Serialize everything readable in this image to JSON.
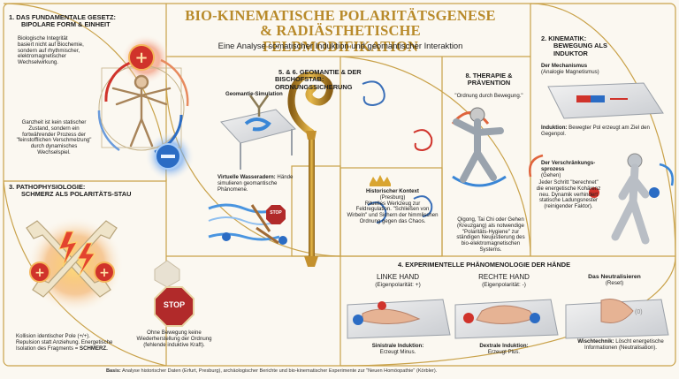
{
  "title_line1": "BIO-KINEMATISCHE POLARITÄTSGENESE",
  "title_line2": "& RADIÄSTHETISCHE FELDMODIFIKATION",
  "subtitle": "Eine Analyse somatischer Induktion und geomantischer Interaktion",
  "sec1": {
    "heading1": "1. DAS FUNDAMENTALE GESETZ:",
    "heading2": "BIPOLARE FORM & EINHEIT",
    "text1": "Biologische Integrität basiert nicht auf Biochemie, sondern auf rhythmischer, elektromagnetischer Wechselwirkung.",
    "text2": "Ganzheit ist kein statischer Zustand, sondern ein fortwährender Prozess der \"feinstofflichen Verschmelzung\" durch dynamisches Wechselspiel."
  },
  "sec3": {
    "heading1": "3. PATHOPHYSIOLOGIE:",
    "heading2": "SCHMERZ ALS POLARITÄTS-STAU",
    "text": "Kollision identischer Pole (+/+). Repulsion statt Anziehung. Energetische Isolation des Fragments =",
    "text_bold": "SCHMERZ.",
    "stop_label": "STOP",
    "stop_text": "Ohne Bewegung keine Wiederherstellung der Ordnung (fehlende induktive Kraft)."
  },
  "sec56": {
    "heading1": "5. & 6. GEOMANTIE & DER",
    "heading2": "BISCHOFSTAB: ORDNUNGSSICHERUNG",
    "sim_label": "Geomantie-Simulation",
    "water_bold": "Virtuelle Wasseradern:",
    "water_text": "Hände simulieren geomantische Phänomene.",
    "stop_small": "STOP",
    "hist_bold": "Historischer Kontext",
    "hist_place": "(Presburg)",
    "hist_text": "Rituelles Werkzeug zur Feldregulation. \"Schließen von Wirbeln\" und Sichern der himmlischen Ordnung gegen das Chaos."
  },
  "sec8": {
    "heading1": "8. THERAPIE &",
    "heading2": "PRÄVENTION",
    "quote": "\"Ordnung durch Bewegung.\"",
    "text": "Qigong, Tai Chi oder Gehen (Kreuzgang) als notwendige \"Polaritäts-Hygiene\" zur ständigen Neujustierung des bio-elektromagnetischen Systems."
  },
  "sec2": {
    "heading1": "2. KINEMATIK:",
    "heading2": "BEWEGUNG ALS",
    "heading3": "INDUKTOR",
    "mech_bold": "Der Mechanismus",
    "mech_text": "(Analogie Magnetismus)",
    "ind_bold": "Induktion:",
    "ind_text": "Bewegter Pol erzeugt am Ziel den Gegenpol.",
    "ver_bold": "Der Verschränkungs-sprozess",
    "ver_sub": "(Gehen)",
    "ver_text": "Jeder Schritt \"berechnet\" die energetische Kohärenz neu. Dynamik verhindert statische Ladungsnester (reinigender Faktor)."
  },
  "sec4": {
    "heading": "4. EXPERIMENTELLE PHÄNOMENOLOGIE DER HÄNDE",
    "left_title": "LINKE HAND",
    "left_sub": "(Eigenpolarität: +)",
    "left_cap_bold": "Sinistrale Induktion:",
    "left_cap": "Erzeugt Minus.",
    "right_title": "RECHTE HAND",
    "right_sub": "(Eigenpolarität: -)",
    "right_cap_bold": "Dextrale Induktion:",
    "right_cap": "Erzeugt Plus.",
    "neutral_title": "Das Neutralisieren",
    "neutral_sub": "(Reset)",
    "neutral_mark": "(0)",
    "wisch_bold": "Wischtechnik:",
    "wisch_text": "Löscht energetische Informationen (Neutralisation)."
  },
  "footer_bold": "Basis:",
  "footer": "Analyse historischer Daten (Erfurt, Presburg), archäologischer Berichte und bio-kinematischer Experimente zur \"Neuen Homöopathie\" (Körbler).",
  "colors": {
    "gold": "#b88a2a",
    "red": "#d0332b",
    "blue": "#2b6cc4",
    "stop": "#b12a2a"
  }
}
